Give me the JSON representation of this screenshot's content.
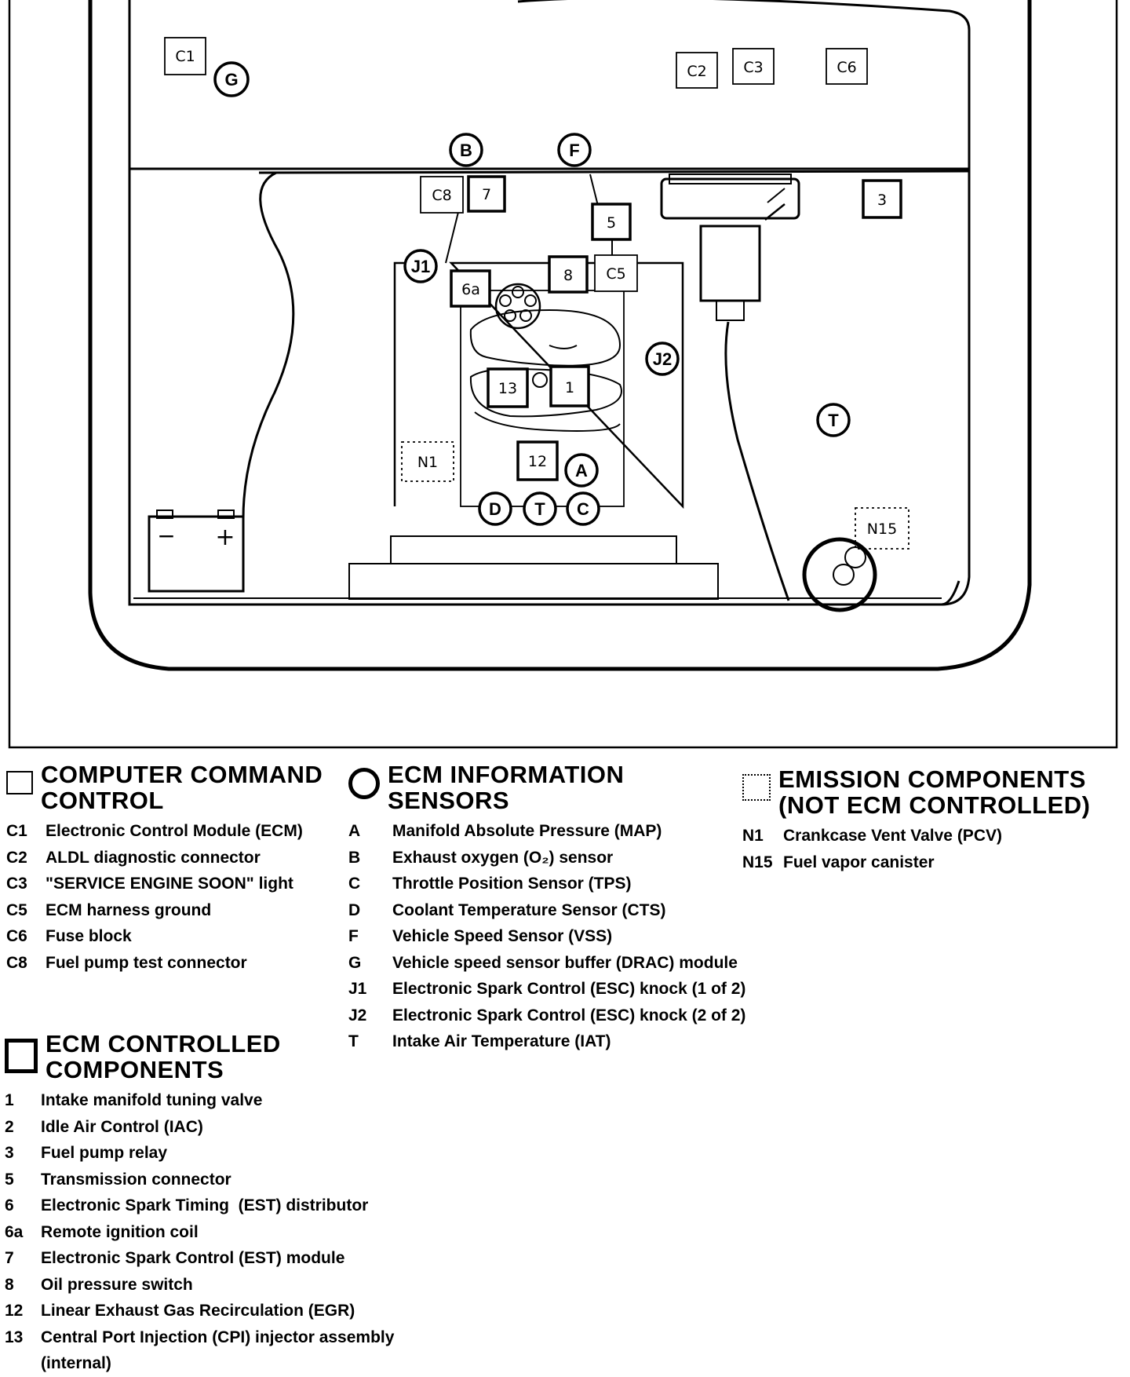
{
  "diagram": {
    "labels": {
      "C1": "C1",
      "G": "G",
      "C2": "C2",
      "C3": "C3",
      "C6": "C6",
      "B": "B",
      "F": "F",
      "C8": "C8",
      "n7": "7",
      "n5": "5",
      "n3": "3",
      "J1": "J1",
      "n6a": "6a",
      "n8": "8",
      "C5": "C5",
      "J2": "J2",
      "n13": "13",
      "n1": "1",
      "N1": "N1",
      "n12": "12",
      "A": "A",
      "D": "D",
      "T1": "T",
      "C": "C",
      "T2": "T",
      "N15": "N15",
      "minus": "−",
      "plus": "+"
    }
  },
  "legends": {
    "computer_command": {
      "title_line1": "COMPUTER COMMAND",
      "title_line2": "CONTROL",
      "items": [
        {
          "code": "C1",
          "desc": "Electronic Control Module (ECM)"
        },
        {
          "code": "C2",
          "desc": "ALDL diagnostic connector"
        },
        {
          "code": "C3",
          "desc": "\"SERVICE ENGINE SOON\" light"
        },
        {
          "code": "C5",
          "desc": "ECM harness ground"
        },
        {
          "code": "C6",
          "desc": "Fuse block"
        },
        {
          "code": "C8",
          "desc": "Fuel pump test connector"
        }
      ]
    },
    "ecm_controlled": {
      "title_line1": "ECM CONTROLLED",
      "title_line2": "COMPONENTS",
      "items": [
        {
          "code": "1",
          "desc": "Intake manifold tuning valve"
        },
        {
          "code": "2",
          "desc": "Idle Air Control (IAC)"
        },
        {
          "code": "3",
          "desc": "Fuel pump relay"
        },
        {
          "code": "5",
          "desc": "Transmission connector"
        },
        {
          "code": "6",
          "desc": "Electronic Spark Timing  (EST) distributor"
        },
        {
          "code": "6a",
          "desc": "Remote ignition coil"
        },
        {
          "code": "7",
          "desc": "Electronic Spark Control (EST) module"
        },
        {
          "code": "8",
          "desc": "Oil pressure switch"
        },
        {
          "code": "12",
          "desc": "Linear Exhaust Gas Recirculation (EGR)"
        },
        {
          "code": "13",
          "desc": "Central Port Injection (CPI) injector assembly\n(internal)"
        }
      ]
    },
    "ecm_sensors": {
      "title_line1": "ECM INFORMATION",
      "title_line2": "SENSORS",
      "items": [
        {
          "code": "A",
          "desc": "Manifold Absolute Pressure (MAP)"
        },
        {
          "code": "B",
          "desc": "Exhaust oxygen (O₂) sensor"
        },
        {
          "code": "C",
          "desc": "Throttle Position Sensor (TPS)"
        },
        {
          "code": "D",
          "desc": "Coolant Temperature Sensor (CTS)"
        },
        {
          "code": "F",
          "desc": "Vehicle Speed Sensor (VSS)"
        },
        {
          "code": "G",
          "desc": "Vehicle speed sensor buffer (DRAC) module"
        },
        {
          "code": "J1",
          "desc": "Electronic Spark Control (ESC) knock (1 of 2)"
        },
        {
          "code": "J2",
          "desc": "Electronic Spark Control (ESC) knock (2 of 2)"
        },
        {
          "code": "T",
          "desc": "Intake Air Temperature (IAT)"
        }
      ]
    },
    "emission": {
      "title_line1": "EMISSION COMPONENTS",
      "title_line2": "(NOT ECM CONTROLLED)",
      "items": [
        {
          "code": "N1",
          "desc": "Crankcase Vent Valve (PCV)"
        },
        {
          "code": "N15",
          "desc": "Fuel vapor canister"
        }
      ]
    }
  }
}
